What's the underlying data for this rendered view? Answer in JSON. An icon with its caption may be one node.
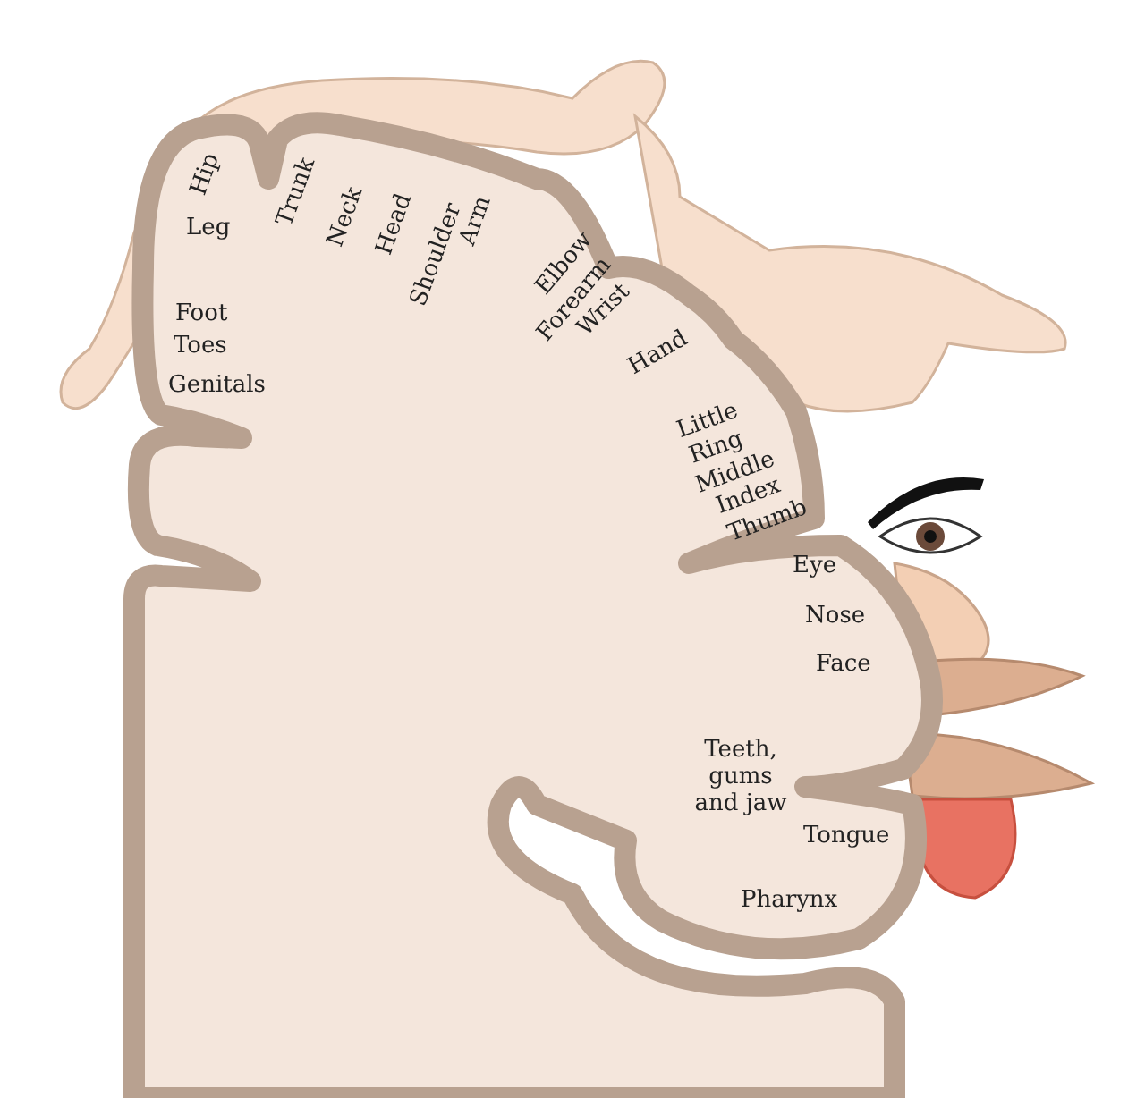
{
  "diagram": {
    "labels": [
      "Hip",
      "Leg",
      "Trunk",
      "Neck",
      "Head",
      "Shoulder",
      "Arm",
      "Elbow",
      "Forearm",
      "Wrist",
      "Hand",
      "Foot",
      "Toes",
      "Genitals",
      "Little",
      "Ring",
      "Middle",
      "Index",
      "Thumb",
      "Eye",
      "Nose",
      "Face",
      "Teeth, gums and jaw",
      "Tongue",
      "Pharynx"
    ]
  }
}
